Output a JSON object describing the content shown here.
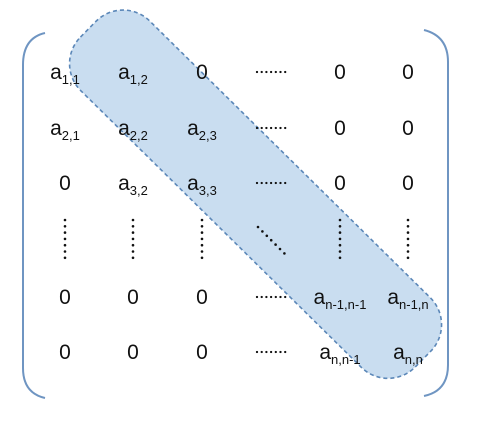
{
  "colors": {
    "band_fill": "#c9ddf0",
    "band_stroke": "#5b87b8",
    "bracket": "#6f95c2",
    "text": "#111111",
    "dots": "#111111"
  },
  "matrix": {
    "rows": [
      [
        {
          "kind": "text",
          "main": "a",
          "sub": "1,1"
        },
        {
          "kind": "text",
          "main": "a",
          "sub": "1,2"
        },
        {
          "kind": "text",
          "main": "0",
          "sub": ""
        },
        {
          "kind": "hdots"
        },
        {
          "kind": "text",
          "main": "0",
          "sub": ""
        },
        {
          "kind": "text",
          "main": "0",
          "sub": ""
        }
      ],
      [
        {
          "kind": "text",
          "main": "a",
          "sub": "2,1"
        },
        {
          "kind": "text",
          "main": "a",
          "sub": "2,2"
        },
        {
          "kind": "text",
          "main": "a",
          "sub": "2,3"
        },
        {
          "kind": "hdots"
        },
        {
          "kind": "text",
          "main": "0",
          "sub": ""
        },
        {
          "kind": "text",
          "main": "0",
          "sub": ""
        }
      ],
      [
        {
          "kind": "text",
          "main": "0",
          "sub": ""
        },
        {
          "kind": "text",
          "main": "a",
          "sub": "3,2"
        },
        {
          "kind": "text",
          "main": "a",
          "sub": "3,3"
        },
        {
          "kind": "hdots"
        },
        {
          "kind": "text",
          "main": "0",
          "sub": ""
        },
        {
          "kind": "text",
          "main": "0",
          "sub": ""
        }
      ],
      [
        {
          "kind": "vdots"
        },
        {
          "kind": "vdots"
        },
        {
          "kind": "vdots"
        },
        {
          "kind": "ddots"
        },
        {
          "kind": "vdots"
        },
        {
          "kind": "vdots"
        }
      ],
      [
        {
          "kind": "text",
          "main": "0",
          "sub": ""
        },
        {
          "kind": "text",
          "main": "0",
          "sub": ""
        },
        {
          "kind": "text",
          "main": "0",
          "sub": ""
        },
        {
          "kind": "hdots"
        },
        {
          "kind": "text",
          "main": "a",
          "sub": "n-1,n-1"
        },
        {
          "kind": "text",
          "main": "a",
          "sub": "n-1,n"
        }
      ],
      [
        {
          "kind": "text",
          "main": "0",
          "sub": ""
        },
        {
          "kind": "text",
          "main": "0",
          "sub": ""
        },
        {
          "kind": "text",
          "main": "0",
          "sub": ""
        },
        {
          "kind": "hdots"
        },
        {
          "kind": "text",
          "main": "a",
          "sub": "n,n-1"
        },
        {
          "kind": "text",
          "main": "a",
          "sub": "n,n"
        }
      ]
    ]
  }
}
